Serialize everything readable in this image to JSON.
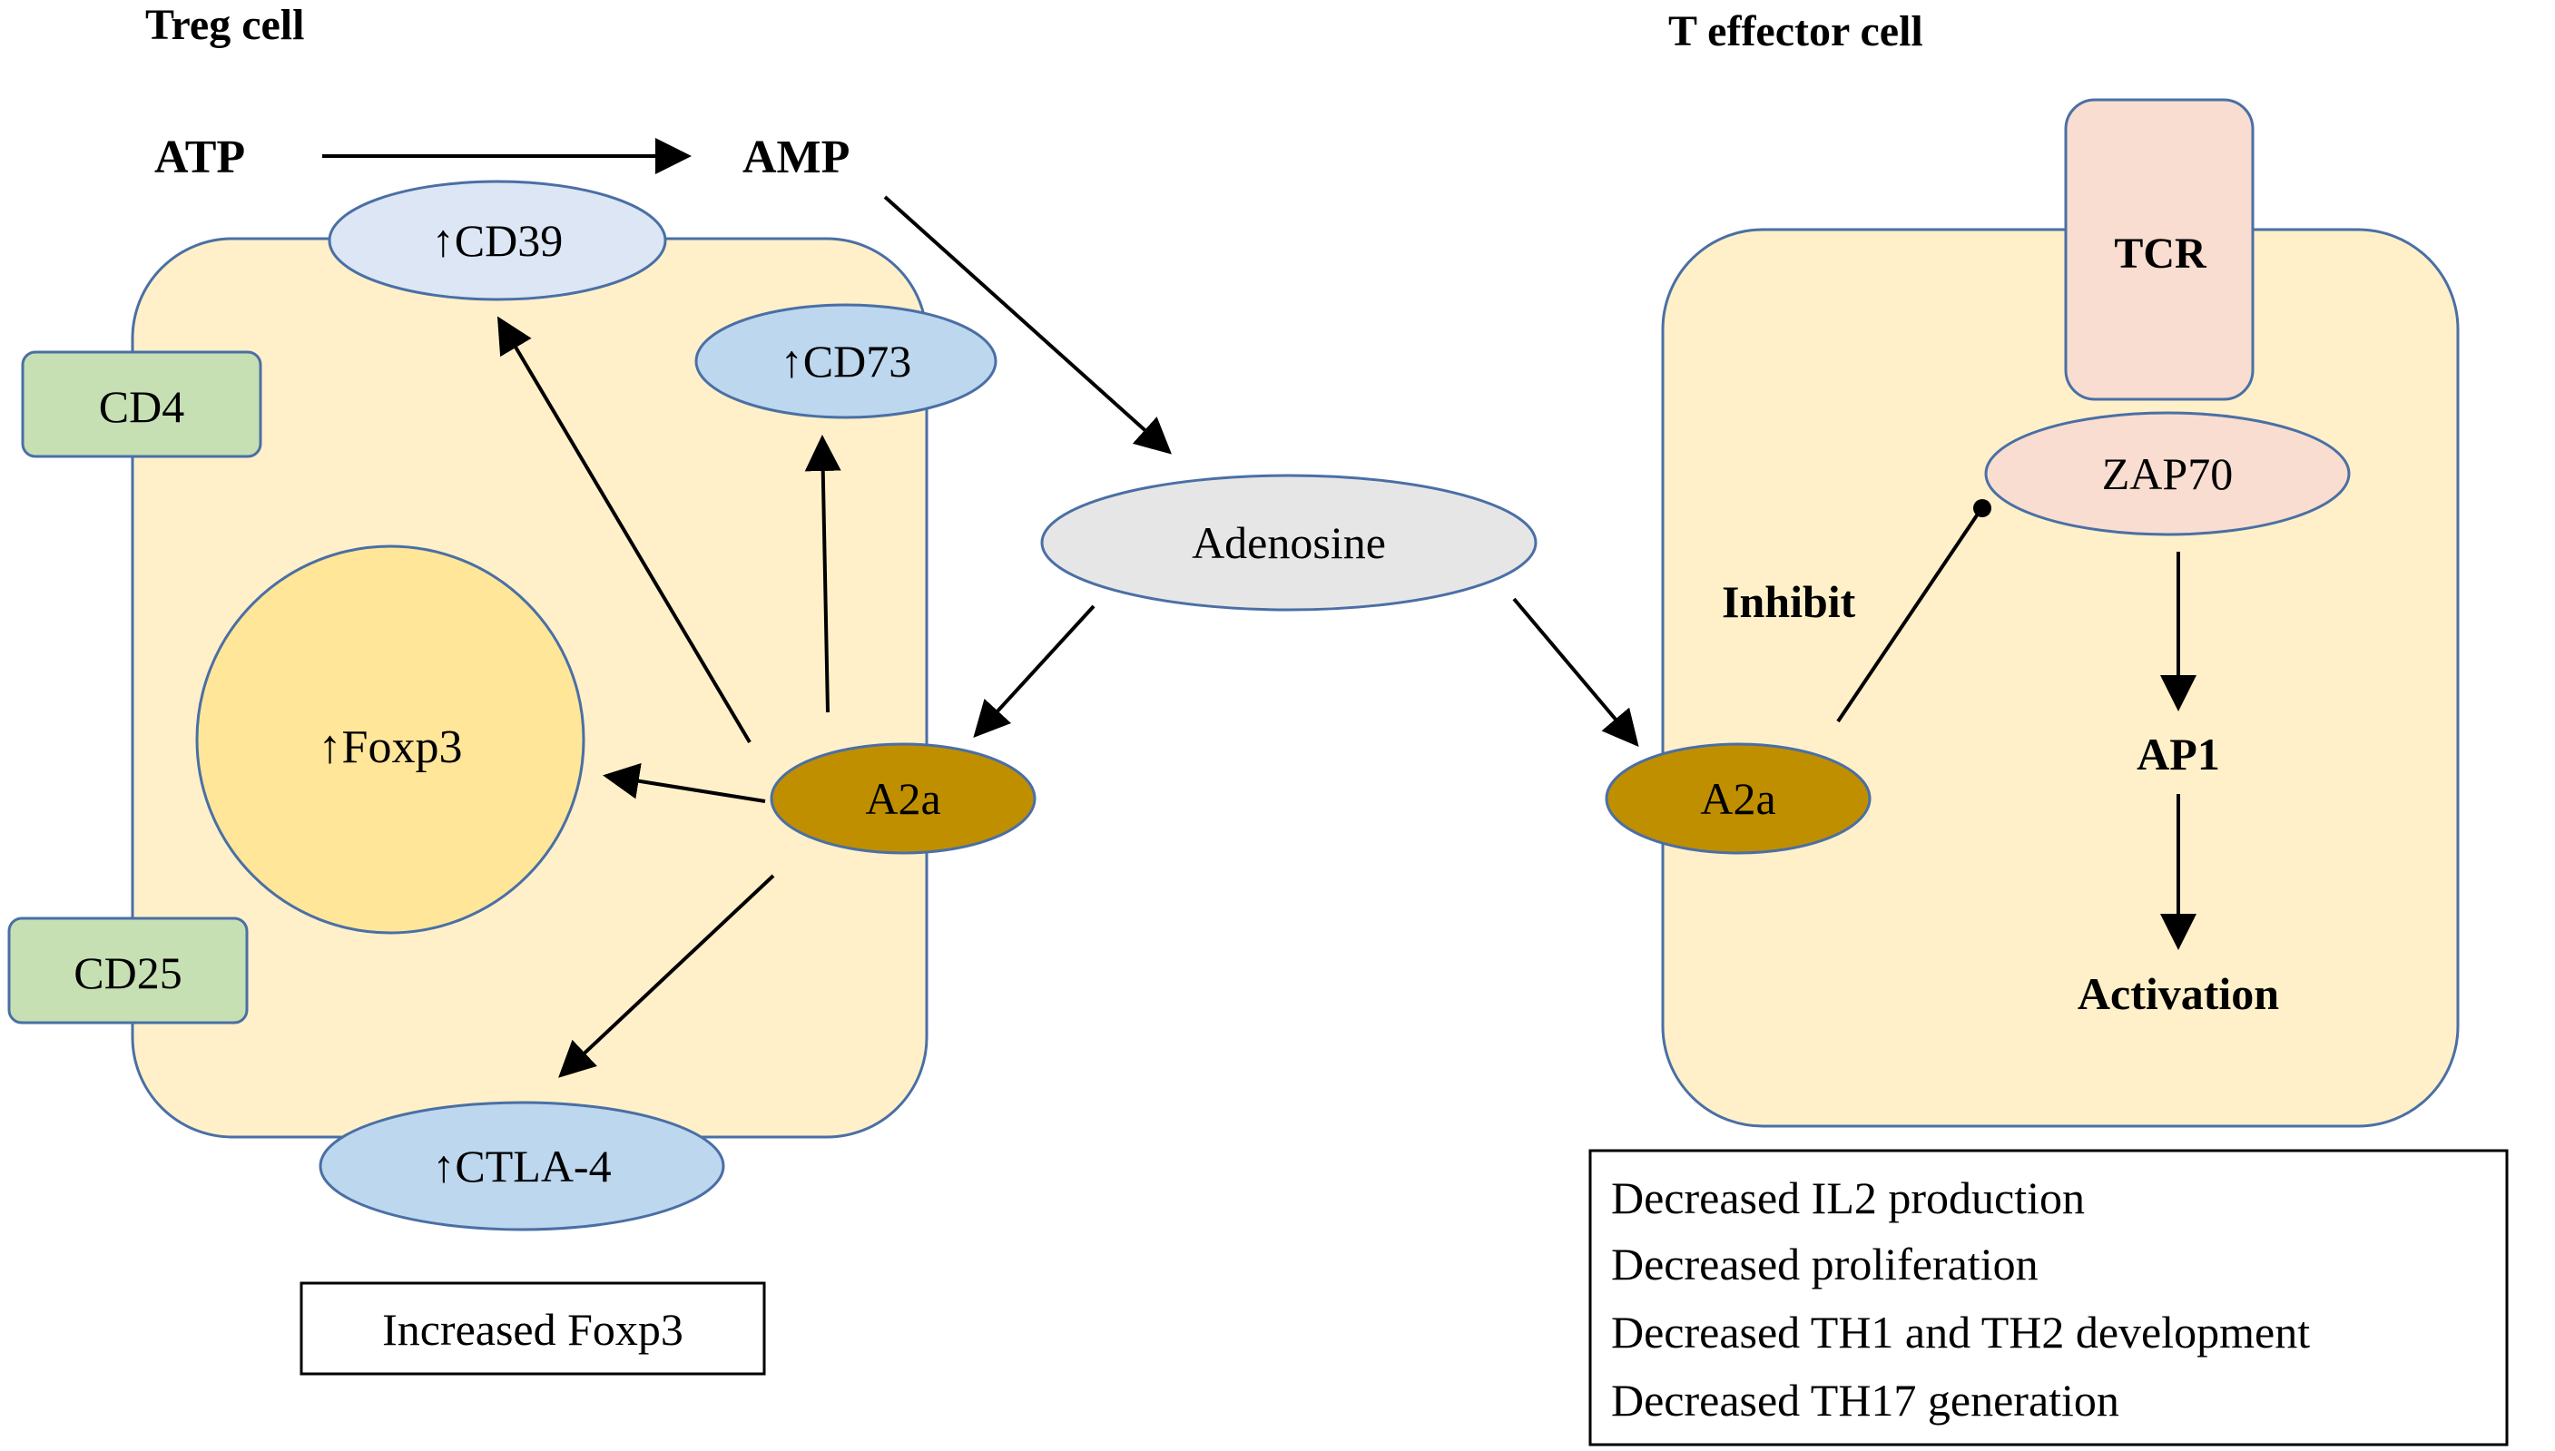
{
  "labels": {
    "treg_cell": "Treg cell",
    "teff_cell": "T effector cell",
    "atp": "ATP",
    "amp": "AMP",
    "inhibit": "Inhibit",
    "ap1": "AP1",
    "activation": "Activation"
  },
  "nodes": {
    "cd39": "↑CD39",
    "cd73": "↑CD73",
    "cd4": "CD4",
    "cd25": "CD25",
    "foxp3": "↑Foxp3",
    "a2a_treg": "A2a",
    "ctla4": "↑CTLA-4",
    "adenosine": "Adenosine",
    "tcr": "TCR",
    "zap70": "ZAP70",
    "a2a_teff": "A2a"
  },
  "boxes": {
    "treg_outcome": "Increased Foxp3",
    "teff_outcomes": [
      "Decreased IL2 production",
      "Decreased proliferation",
      "Decreased TH1 and TH2 development",
      "Decreased TH17 generation"
    ]
  },
  "colors": {
    "cell_fill": "#FFF0C9",
    "cell_stroke": "#4A6FA5",
    "cd39_fill": "#DCE6F5",
    "blue_fill": "#BDD7EE",
    "green_fill": "#C6E0B4",
    "foxp3_fill": "#FFE699",
    "a2a_fill": "#BF8F00",
    "adenosine_fill": "#E7E6E6",
    "tcr_fill": "#F8DDD0"
  }
}
